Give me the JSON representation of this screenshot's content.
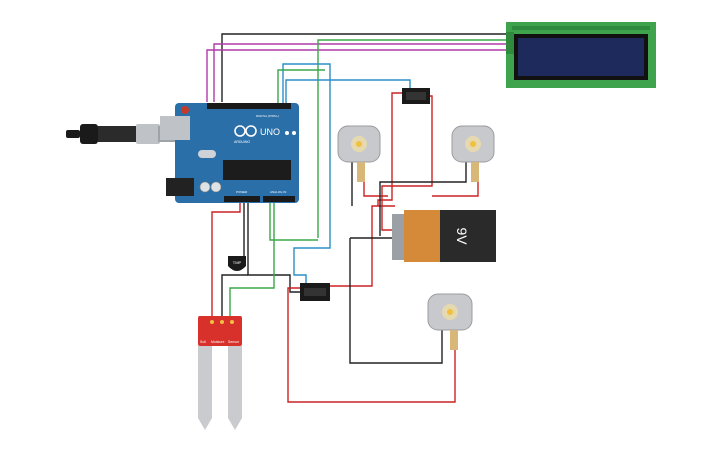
{
  "arduino": {
    "model": "UNO",
    "brand": "ARDUINO",
    "header_digital": "DIGITAL (PWM~)",
    "header_power": "POWER",
    "header_analog": "ANALOG IN"
  },
  "battery": {
    "voltage_label": "9V"
  },
  "sensor": {
    "label_left": "Soil",
    "label_mid": "Moisture",
    "label_right": "Sensor"
  },
  "transistor": {
    "label": "TMP"
  },
  "colors": {
    "board": "#2a6fa8",
    "wire_black": "#222222",
    "wire_red": "#cc2222",
    "wire_green": "#3aa84a",
    "wire_blue": "#2a8fc8",
    "wire_magenta": "#b03aa8",
    "lcd_bezel": "#3fa34d",
    "lcd_screen": "#1e2a5c",
    "sensor_red": "#d8302a"
  },
  "components": [
    {
      "name": "usb-cable",
      "kind": "USB plug"
    },
    {
      "name": "arduino-uno",
      "kind": "microcontroller"
    },
    {
      "name": "lcd-16x2",
      "kind": "display"
    },
    {
      "name": "relay-top",
      "kind": "relay"
    },
    {
      "name": "relay-bottom",
      "kind": "relay"
    },
    {
      "name": "dc-motor-left",
      "kind": "motor"
    },
    {
      "name": "dc-motor-right",
      "kind": "motor"
    },
    {
      "name": "dc-motor-bottom",
      "kind": "motor"
    },
    {
      "name": "battery-9v",
      "kind": "power"
    },
    {
      "name": "soil-moisture-sensor",
      "kind": "sensor"
    },
    {
      "name": "temperature-sensor",
      "kind": "sensor"
    }
  ]
}
